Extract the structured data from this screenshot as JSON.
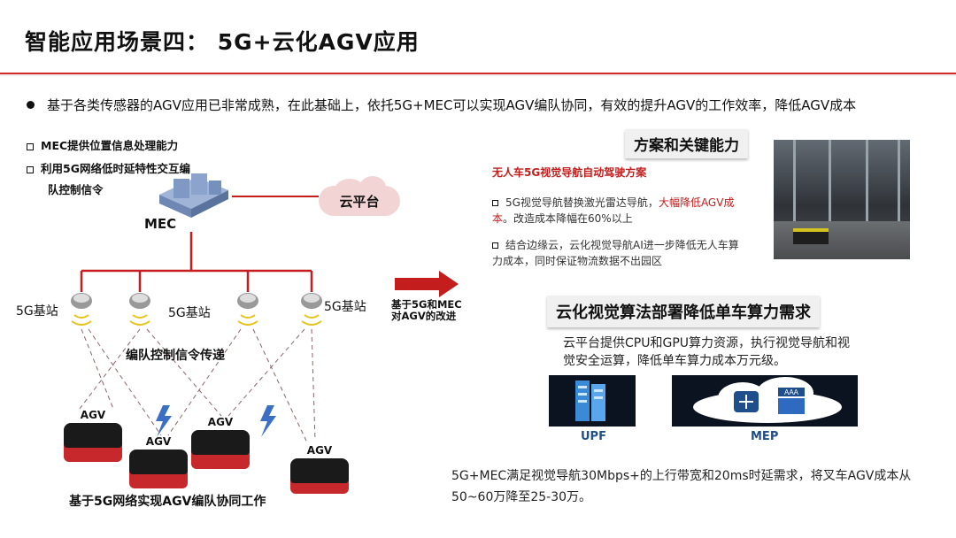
{
  "title": "智能应用场景四：   5G+云化AGV应用",
  "main_bullet": "基于各类传感器的AGV应用已非常成熟，在此基础上，依托5G+MEC可以实现AGV编队协同，有效的提升AGV的工作效率，降低AGV成本",
  "left": {
    "item1": "MEC提供位置信息处理能力",
    "item2a": "利用5G网络低时延特性交互编",
    "item2b": "队控制信令",
    "mec_label": "MEC",
    "cloud_label": "云平台",
    "station_label": "5G基站",
    "signal_label": "编队控制信令传递",
    "agv_label": "AGV",
    "caption": "基于5G网络实现AGV编队协同工作"
  },
  "arrow_text": [
    "基于5G和MEC",
    "对AGV的改进"
  ],
  "right": {
    "section1_title": "方案和关键能力",
    "subtitle": "无人车5G视觉导航自动驾驶方案",
    "item1_plain": "5G视觉导航替换激光雷达导航，",
    "item1_red": "大幅降低AGV成本",
    "item1_rest": "。改造成本降幅在60%以上",
    "item2": "结合边缘云，云化视觉导航AI进一步降低无人车算力成本，同时保证物流数据不出园区",
    "section2_title": "云化视觉算法部署降低单车算力需求",
    "desc": "云平台提供CPU和GPU算力资源，执行视觉导航和视觉安全运算，降低单车算力成本万元级。",
    "upf": "UPF",
    "mep": "MEP",
    "aaa": "AAA",
    "bottom": "5G+MEC满足视觉导航30Mbps+的上行带宽和20ms时延需求，将叉车AGV成本从50~60万降至25-30万。"
  },
  "colors": {
    "accent": "#d42a2a",
    "label_blue": "#1f4e8c"
  }
}
